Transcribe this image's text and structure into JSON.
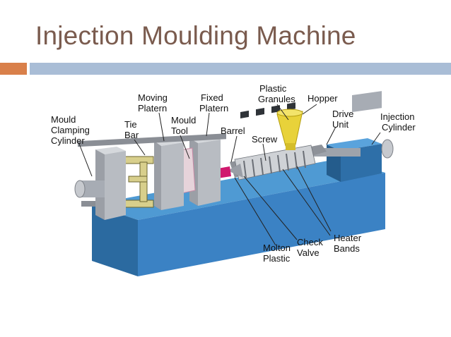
{
  "slide": {
    "title": "Injection Moulding Machine"
  },
  "labels": {
    "mould_clamping_cylinder": [
      "Mould",
      "Clamping",
      "Cylinder"
    ],
    "tie_bar": [
      "Tie",
      "Bar"
    ],
    "moving_platern": [
      "Moving",
      "Platern"
    ],
    "mould_tool": [
      "Mould",
      "Tool"
    ],
    "fixed_platern": [
      "Fixed",
      "Platern"
    ],
    "barrel": "Barrel",
    "plastic_granules": [
      "Plastic",
      "Granules"
    ],
    "screw": "Screw",
    "hopper": "Hopper",
    "drive_unit": [
      "Drive",
      "Unit"
    ],
    "injection_cylinder": [
      "Injection",
      "Cylinder"
    ],
    "molton_plastic": [
      "Molton",
      "Plastic"
    ],
    "check_valve": [
      "Check",
      "Valve"
    ],
    "heater_bands": [
      "Heater",
      "Bands"
    ]
  },
  "colors": {
    "title": "#7a5b4e",
    "accent_orange": "#d9804a",
    "accent_blue": "#a9bdd6",
    "base_blue": "#2d6fa6",
    "metal_grey": "#b9bcc2",
    "molten_magenta": "#d0196e",
    "hopper_yellow": "#e8d23a"
  }
}
